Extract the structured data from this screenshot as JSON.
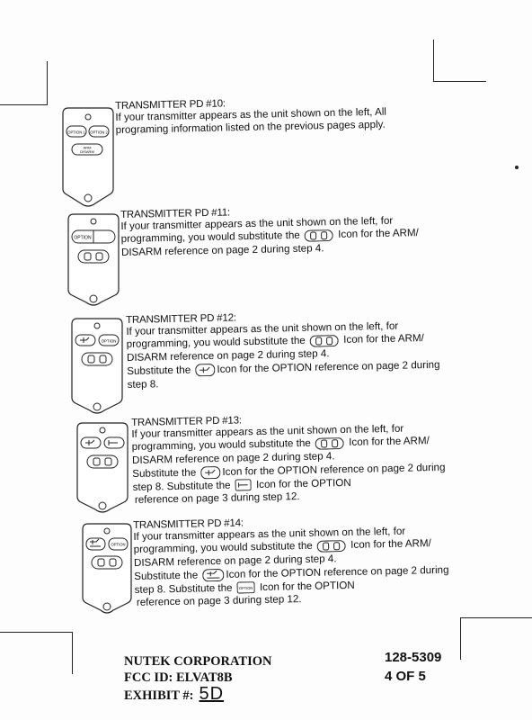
{
  "transmitters": [
    {
      "title": "TRANSMITTER PD #10:",
      "lines": [
        "If your transmitter appears as the unit shown on the left, All",
        "programing information listed on the previous pages apply."
      ]
    },
    {
      "title": "TRANSMITTER PD #11:",
      "lines": [
        "If your transmitter appears as the unit shown on the left, for",
        "programming, you would substitute the",
        "Icon for the ARM/",
        "DISARM reference on page 2 during step 4."
      ]
    },
    {
      "title": "TRANSMITTER PD #12:",
      "lines": [
        "If your transmitter appears as the unit shown on the left, for",
        "programming, you would substitute the",
        "Icon for the ARM/",
        "DISARM reference on page 2 during step 4.",
        "Substitute the",
        "Icon for the OPTION reference on page 2 during",
        "step 8."
      ]
    },
    {
      "title": "TRANSMITTER PD #13:",
      "lines": [
        "If your transmitter appears as the unit shown on the left, for",
        "programming, you would substitute the",
        "Icon for the ARM/",
        "DISARM reference on page 2 during step 4.",
        "Substitute the",
        "Icon for the OPTION reference on page 2 during",
        "step 8. Substitute the",
        "Icon for the OPTION",
        "reference on page 3 during step 12."
      ]
    },
    {
      "title": "TRANSMITTER PD #14:",
      "lines": [
        "If your transmitter appears as the unit shown on the left, for",
        "programming, you would substitute the",
        "Icon for the ARM/",
        "DISARM reference on page 2 during step 4.",
        "Substitute the",
        "Icon for the OPTION reference on page 2 during",
        "step 8.  Substitute the",
        "Icon for the OPTION",
        "reference on page 3 during step 12."
      ]
    }
  ],
  "button_labels": {
    "option": "OPTION",
    "option1": "OPTION 1",
    "option2": "OPTION 2",
    "arm": "ARM",
    "disarm": "DISARM"
  },
  "footer": {
    "company": "NUTEK CORPORATION",
    "fcc_label": "FCC ID:",
    "fcc_id": "ELVAT8B",
    "exhibit_label": "EXHIBIT #:",
    "exhibit_value": "5D",
    "doc_number": "128-5309",
    "page": "4 OF 5"
  }
}
